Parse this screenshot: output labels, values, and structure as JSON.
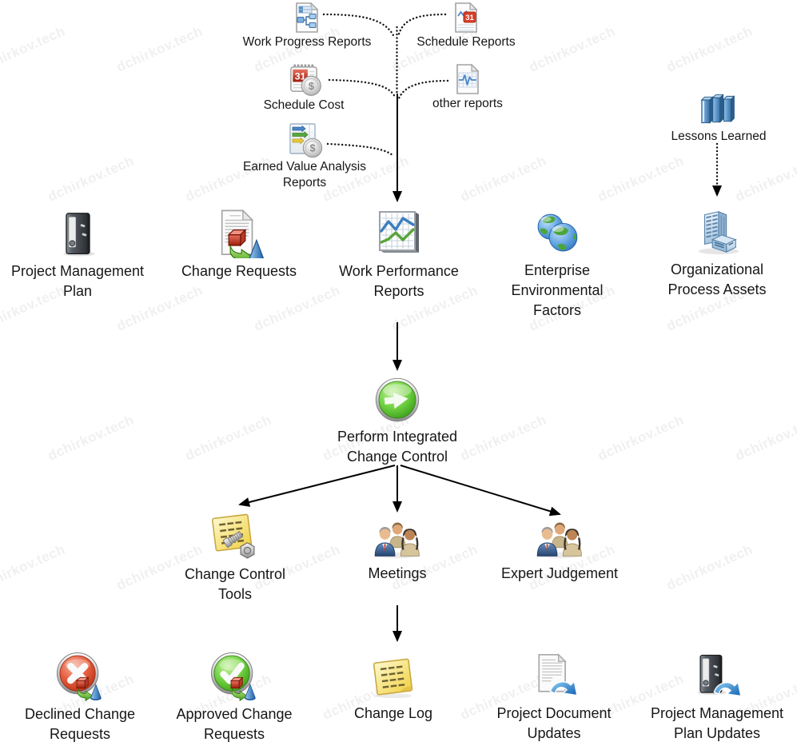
{
  "watermark": {
    "text": "dchirkov.tech",
    "color": "#f0f0f0"
  },
  "colors": {
    "line": "#000000",
    "process_green": "#4db82a",
    "declined_red": "#cf3a1a",
    "approved_green": "#3fa31d",
    "note_yellow": "#f2d44e",
    "doc_blue": "#3b7ec2",
    "swoosh_blue": "#1261b2"
  },
  "glyphs": {
    "calendar_day": "31",
    "currency": "$"
  },
  "nodes": {
    "work_progress_reports": {
      "label": "Work Progress Reports",
      "icon": "flowchart-report-icon"
    },
    "schedule_reports": {
      "label": "Schedule Reports",
      "icon": "calendar-report-icon"
    },
    "schedule_cost": {
      "label": "Schedule Cost",
      "icon": "calendar-cost-icon"
    },
    "other_reports": {
      "label": "other reports",
      "icon": "pulse-report-icon"
    },
    "earned_value_analysis_reports": {
      "label": "Earned Value Analysis\nReports",
      "icon": "gantt-cost-icon"
    },
    "lessons_learned": {
      "label": "Lessons Learned",
      "icon": "books-icon"
    },
    "project_management_plan": {
      "label": "Project Management\nPlan",
      "icon": "binder-icon"
    },
    "change_requests": {
      "label": "Change Requests",
      "icon": "change-document-icon"
    },
    "work_performance_reports": {
      "label": "Work Performance\nReports",
      "icon": "line-chart-icon"
    },
    "enterprise_environmental_factors": {
      "label": "Enterprise\nEnvironmental\nFactors",
      "icon": "globes-icon"
    },
    "organizational_process_assets": {
      "label": "Organizational\nProcess Assets",
      "icon": "building-icon"
    },
    "perform_integrated_change_control": {
      "label": "Perform Integrated\nChange Control",
      "icon": "green-arrow-button-icon"
    },
    "change_control_tools": {
      "label": "Change Control\nTools",
      "icon": "note-and-bolt-icon"
    },
    "meetings": {
      "label": "Meetings",
      "icon": "people-group-icon"
    },
    "expert_judgement": {
      "label": "Expert Judgement",
      "icon": "people-group-icon"
    },
    "declined_change_requests": {
      "label": "Declined Change\nRequests",
      "icon": "red-x-change-icon"
    },
    "approved_change_requests": {
      "label": "Approved Change\nRequests",
      "icon": "green-check-change-icon"
    },
    "change_log": {
      "label": "Change Log",
      "icon": "yellow-note-icon"
    },
    "project_document_updates": {
      "label": "Project Document\nUpdates",
      "icon": "document-update-icon"
    },
    "project_management_plan_updates": {
      "label": "Project Management\nPlan Updates",
      "icon": "binder-update-icon"
    }
  }
}
